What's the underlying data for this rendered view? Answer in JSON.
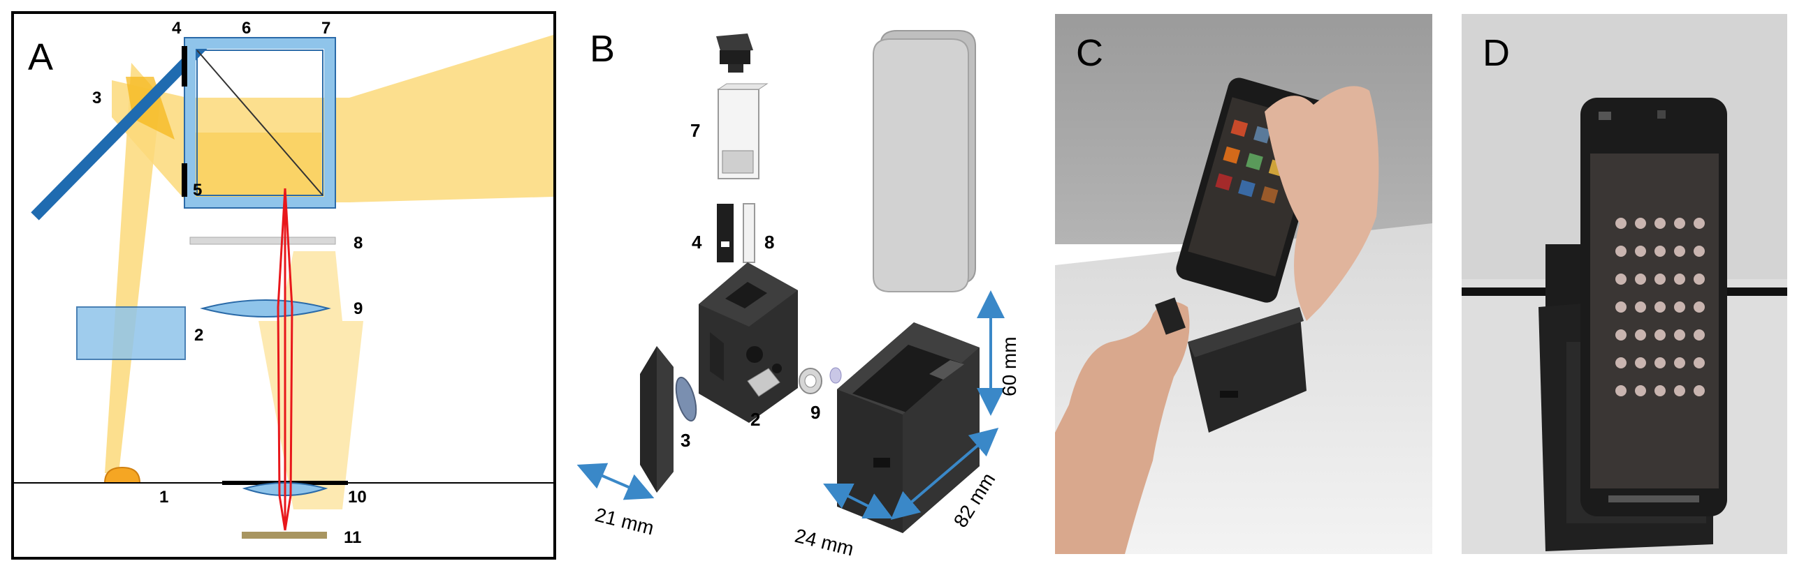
{
  "panels": {
    "a": {
      "letter": "A",
      "labels": {
        "l1": "1",
        "l2": "2",
        "l3": "3",
        "l4": "4",
        "l5": "5",
        "l6": "6",
        "l7": "7",
        "l8": "8",
        "l9": "9",
        "l10": "10",
        "l11": "11"
      }
    },
    "b": {
      "letter": "B",
      "labels": {
        "l2": "2",
        "l3": "3",
        "l4": "4",
        "l7": "7",
        "l8": "8",
        "l9": "9"
      },
      "dimensions": {
        "d21": "21 mm",
        "d24": "24 mm",
        "d82": "82 mm",
        "d60": "60 mm"
      }
    },
    "c": {
      "letter": "C"
    },
    "d": {
      "letter": "D"
    }
  },
  "colors": {
    "light_beam": "#fcd97a",
    "light_beam_dark": "#f5b81e",
    "mirror": "#1f6bb0",
    "optic": "#8fc4ea",
    "laser": "#e8171b",
    "arrow": "#3a88c8",
    "printed_part": "#2b2b2b",
    "led": "#f5a623",
    "sample": "#a89560"
  }
}
